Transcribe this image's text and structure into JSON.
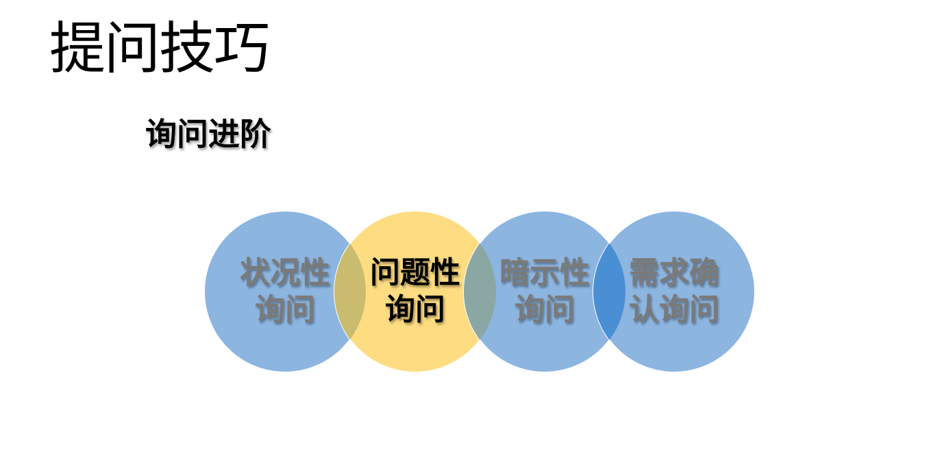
{
  "title": "提问技巧",
  "subtitle": "询问进阶",
  "stages": [
    {
      "label": "状况性询问",
      "fill": "#8cb5e0",
      "text_color": "#7a7a7a",
      "highlighted": false
    },
    {
      "label": "问题性询问",
      "fill": "#fedc82",
      "text_color": "#000000",
      "highlighted": true
    },
    {
      "label": "暗示性询问",
      "fill": "#8cb5e0",
      "text_color": "#7a7a7a",
      "highlighted": false
    },
    {
      "label": "需求确认询问",
      "fill": "#8cb5e0",
      "text_color": "#7a7a7a",
      "highlighted": false
    }
  ],
  "overlap_colors": [
    "#c9bc6e",
    "#8aa7a3",
    "#4a8fd4"
  ]
}
